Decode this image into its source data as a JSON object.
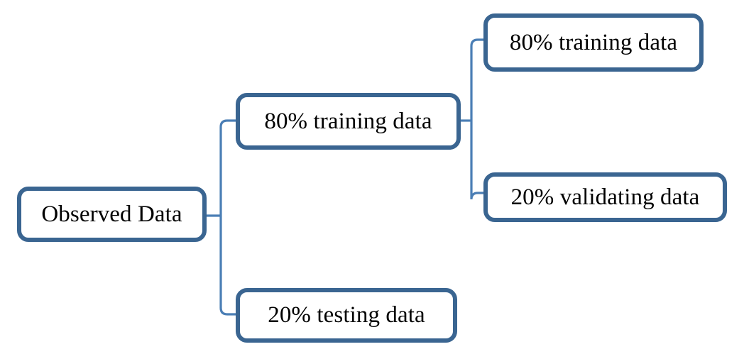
{
  "diagram": {
    "title": "Data split tree diagram",
    "accent_color": "#3A6591",
    "connector_color": "#4A7EB5",
    "background_color": "#FFFFFF",
    "text_color": "#000000",
    "nodes": [
      {
        "id": "root",
        "label": "Observed Data"
      },
      {
        "id": "train1",
        "label": "80% training data"
      },
      {
        "id": "test",
        "label": "20% testing data"
      },
      {
        "id": "train2",
        "label": "80% training data"
      },
      {
        "id": "validate",
        "label": "20% validating data"
      }
    ],
    "edges": [
      {
        "from": "root",
        "to": "train1"
      },
      {
        "from": "root",
        "to": "test"
      },
      {
        "from": "train1",
        "to": "train2"
      },
      {
        "from": "train1",
        "to": "validate"
      }
    ]
  }
}
